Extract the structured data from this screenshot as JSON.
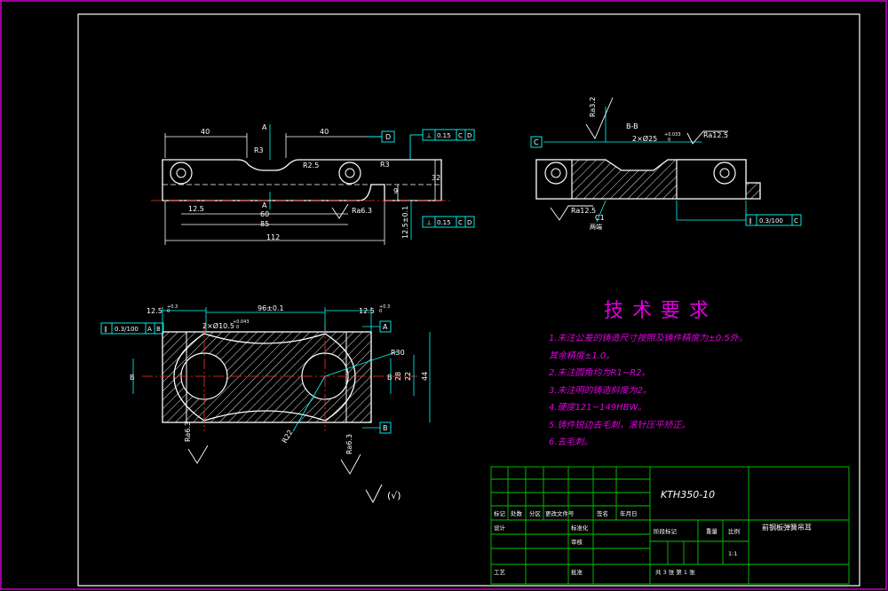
{
  "drawing": {
    "top_view": {
      "dims": [
        "40",
        "40",
        "R3",
        "R2.5",
        "R3",
        "12.5",
        "60",
        "85",
        "112",
        "32",
        "9",
        "12.5±0.1"
      ],
      "section_marks": [
        "A",
        "A"
      ],
      "datum": "D",
      "tolerances": [
        "0.15",
        "C",
        "D"
      ],
      "roughness": "Ra6.3"
    },
    "section_view": {
      "title": "B-B",
      "bore": "2×Ø25",
      "bore_tol": "+0.033",
      "bore_tol_lower": "0",
      "roughness": [
        "Ra3.2",
        "Ra12.5",
        "Ra12.5"
      ],
      "datum": "C",
      "chamfer": "C1",
      "chamfer_note": "两端",
      "parallelism": [
        "0.3/100",
        "C"
      ]
    },
    "front_view": {
      "dims": [
        "12.5",
        "+0.3",
        "0",
        "2×Ø10.5",
        "+0.043",
        "0",
        "R30",
        "22",
        "44",
        "R22",
        "28",
        "Ra6.3",
        "Ra6.3"
      ],
      "center_dim": "96±0.1",
      "parallelism": [
        "0.3/100",
        "A",
        "B"
      ],
      "datums": [
        "A",
        "B"
      ],
      "section_marks": [
        "B",
        "B"
      ]
    },
    "surface_symbol": "(√)"
  },
  "tech_requirements": {
    "title": "技术要求",
    "items": [
      "1.未注公差的铸造尺寸按照及铸件精度为±0.5外。",
      "其余精度±1.0。",
      "2.未注圆角均为R1~R2。",
      "3.未注明的铸造斜度为2。",
      "4.硬度121~149HBW。",
      "5.铸件锐边去毛刺，滚针压平矫正。",
      "6.去毛刺。"
    ]
  },
  "title_block": {
    "material": "KTH350-10",
    "part_name": "前钢板弹簧吊耳",
    "headers": [
      "标记",
      "处数",
      "分区",
      "更改文件号",
      "签名",
      "年月日"
    ],
    "rows": [
      "设计",
      "标准化",
      "审核",
      "工艺",
      "批准"
    ],
    "stage_label": "阶段标记",
    "weight_label": "重量",
    "scale_label": "比例",
    "scale": "1:1",
    "sheets": "共 3 张   第 1 张"
  }
}
